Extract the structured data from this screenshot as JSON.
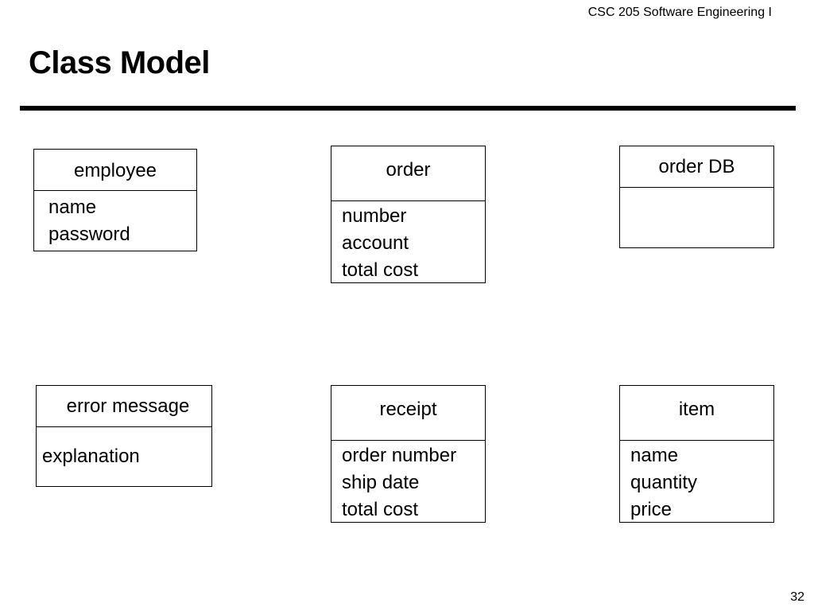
{
  "header": {
    "course": "CSC 205 Software Engineering I",
    "title": "Class Model"
  },
  "classes": {
    "employee": {
      "name": "employee",
      "attributes": [
        "name",
        "password"
      ]
    },
    "order": {
      "name": "order",
      "attributes": [
        "number",
        "account",
        "total cost"
      ]
    },
    "order_db": {
      "name": "order DB",
      "attributes": []
    },
    "error_message": {
      "name": "error message",
      "attributes": [
        "explanation"
      ]
    },
    "receipt": {
      "name": "receipt",
      "attributes": [
        "order number",
        "ship date",
        "total cost"
      ]
    },
    "item": {
      "name": "item",
      "attributes": [
        "name",
        "quantity",
        "price"
      ]
    }
  },
  "footer": {
    "page_number": "32"
  }
}
